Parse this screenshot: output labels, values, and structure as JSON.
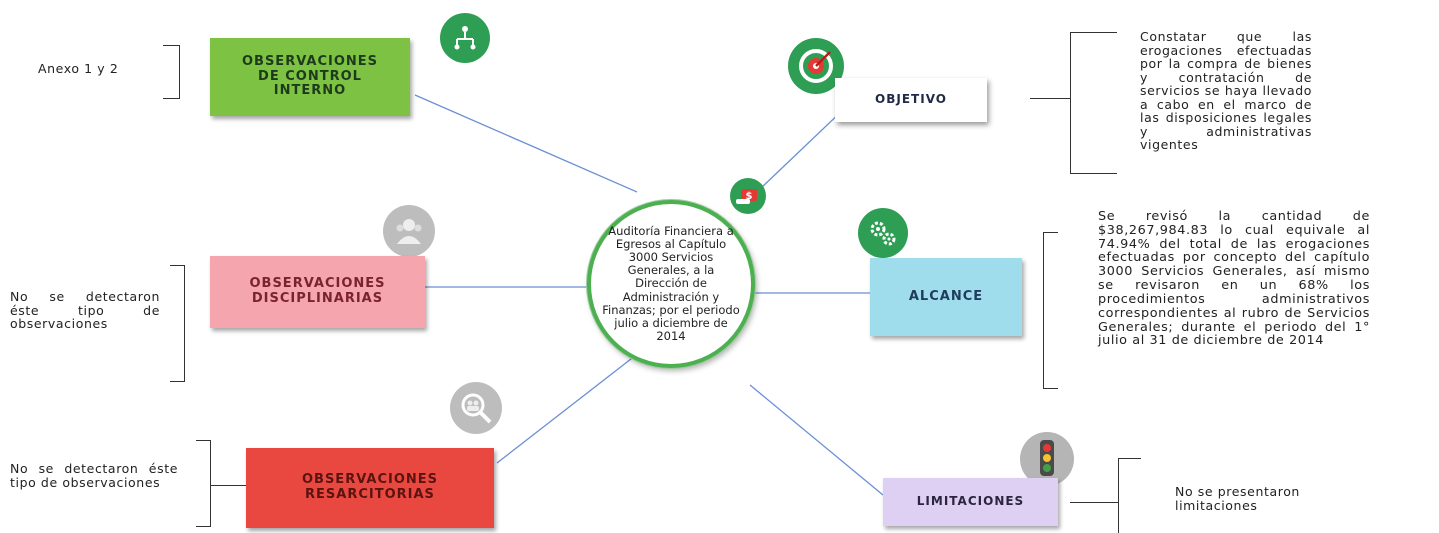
{
  "center": {
    "text": "Auditoría Financiera a Egresos al Capítulo 3000 Servicios Generales, a la Dirección de Administración y Finanzas; por el periodo julio a diciembre de 2014"
  },
  "boxes": {
    "control_interno": {
      "label": "OBSERVACIONES\nDE CONTROL\nINTERNO",
      "color": "#7dc242"
    },
    "disciplinarias": {
      "label": "OBSERVACIONES\nDISCIPLINARIAS",
      "color": "#f4a5ad"
    },
    "resarcitorias": {
      "label": "OBSERVACIONES\nRESARCITORIAS",
      "color": "#e8483f"
    },
    "objetivo": {
      "label": "OBJETIVO",
      "color": "#ffffff"
    },
    "alcance": {
      "label": "ALCANCE",
      "color": "#9fdcec"
    },
    "limitaciones": {
      "label": "LIMITACIONES",
      "color": "#ddd0f2"
    }
  },
  "notes": {
    "control_interno": "Anexo 1 y 2",
    "disciplinarias": "No se detectaron éste tipo de observaciones",
    "resarcitorias": "No se detectaron éste tipo de observaciones",
    "objetivo": "Constatar que las erogaciones efectuadas por la compra de bienes y contratación de servicios se haya llevado a cabo en el marco de las disposiciones legales y administrativas vigentes",
    "alcance": "Se revisó la cantidad de $38,267,984.83 lo cual equivale al 74.94% del total de las erogaciones efectuadas por concepto del capítulo 3000 Servicios Generales, así mismo se revisaron en un 68% los procedimientos administrativos correspondientes al rubro de Servicios Generales; durante el periodo del 1° julio al 31 de diciembre de 2014",
    "limitaciones": "No se presentaron limitaciones"
  },
  "icons": {
    "control_interno": "org-chart-icon",
    "objetivo": "target-icon",
    "center": "money-hand-icon",
    "disciplinarias": "user-group-icon",
    "alcance": "gears-icon",
    "resarcitorias": "magnifier-people-icon",
    "limitaciones": "traffic-light-icon"
  },
  "colors": {
    "accent_green": "#4caf50",
    "connector": "#6b8fd6"
  }
}
